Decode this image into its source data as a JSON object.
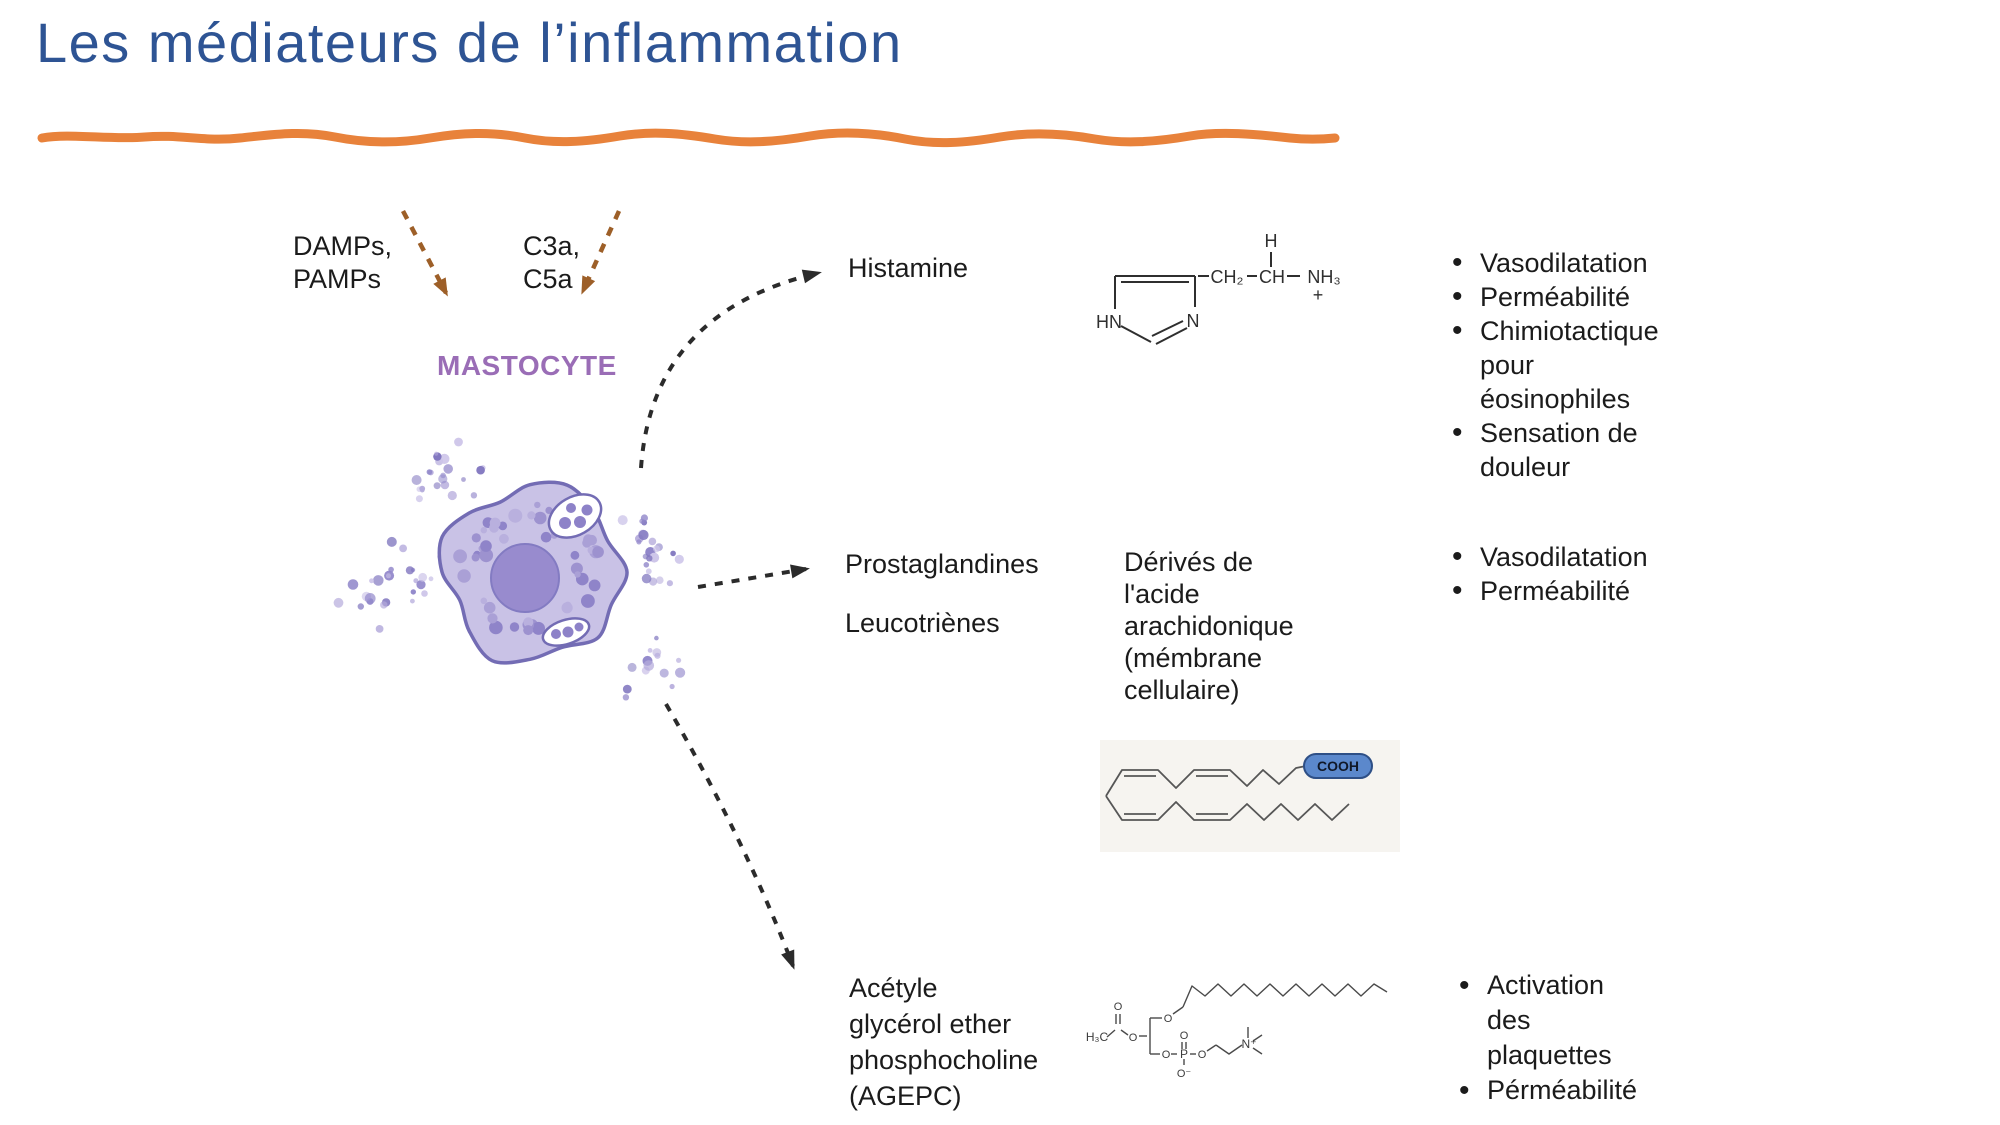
{
  "title": "Les médiateurs de l’inflammation",
  "triggers": {
    "damps": "DAMPs,\nPAMPs",
    "complement": "C3a,\nC5a"
  },
  "cell_label": "MASTOCYTE",
  "mediators": {
    "histamine": {
      "label": "Histamine",
      "effects": [
        "Vasodilatation",
        "Perméabilité",
        "Chimiotactique\npour\néosinophiles",
        "Sensation de\ndouleur"
      ]
    },
    "eicosanoids": {
      "label_1": "Prostaglandines",
      "label_2": "Leucotriènes",
      "source": "Dérivés de\nl'acide\narachidonique\n(mémbrane\ncellulaire)",
      "effects": [
        "Vasodilatation",
        "Perméabilité"
      ]
    },
    "agepc": {
      "label": "Acétyle\nglycérol ether\nphosphocholine\n(AGEPC)",
      "effects": [
        "Activation\ndes\nplaquettes",
        "Pérméabilité"
      ]
    }
  },
  "chem": {
    "histamine_structure": {
      "hn": "HN",
      "n": "N",
      "ch2": "CH₂",
      "ch": "CH",
      "h": "H",
      "nh3": "NH₃",
      "plus": "+"
    },
    "arachidonic_structure": {
      "cooh": "COOH"
    },
    "paf_structure": {
      "h3c": "H₃C",
      "o1": "O",
      "o2": "O",
      "o3": "O",
      "o4": "O",
      "o5": "O",
      "o6": "O",
      "o_minus": "O⁻",
      "p": "P",
      "n_plus": "N⁺"
    }
  },
  "colors": {
    "title_blue": "#2e5494",
    "underline_orange": "#e8823b",
    "mastocyte_purple": "#9a6db6",
    "arrow_brown": "#9d5f28",
    "arrow_black": "#2b2b2b",
    "cooh_pill": "#5b88cc",
    "cell_fill": "#c9c2e6",
    "cell_outline": "#736cb4",
    "nucleus": "#988bce",
    "text": "#1b1b1b"
  }
}
